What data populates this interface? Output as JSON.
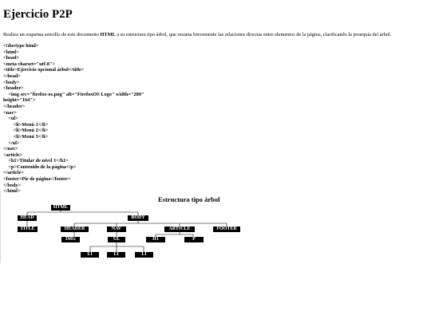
{
  "page": {
    "title": "Ejercicio P2P",
    "intro_before": "Realiza un esquema sencillo de este documento ",
    "intro_bold": "HTML",
    "intro_after": " a su estructura tipo árbol, que resuma brevemente las relaciones directas entre elementos de la página, clarificando la jerarquía del árbol."
  },
  "code": {
    "lines": [
      "<!doctype html>",
      "<html>",
      "<head>",
      "<meta charset=\"utf-8\">",
      "<title>Ejercicio opcional árbol</title>",
      "</head>",
      "<body>",
      "<header>",
      "    <img src=\"firefox-os.png\" alt=\"FirefoxOS Logo\" width=\"200\"",
      "height=\"164\">",
      "</header>",
      "<nav>",
      "    <ul>",
      "        <li>Menú 1</li>",
      "        <li>Menú 2</li>",
      "        <li>Menú 3</li>",
      "    </ul>",
      "</nav>",
      "<article>",
      "    <h1>Titular de nivel 1</h1>",
      "    <p>Contenido de la página</p>",
      "</article>",
      "<footer>Pie de página</footer>",
      "</body>",
      "</html>"
    ]
  },
  "tree": {
    "title": "Estructura tipo árbol",
    "nodes": {
      "html": "HTML",
      "head": "HEAD",
      "body": "BODY",
      "title": "TITLE",
      "header": "HEADER",
      "nav": "NAV",
      "article": "ARTICLE",
      "footer": "FOOTER",
      "img": "IMG",
      "ul": "UL",
      "h1": "H1",
      "p": "P",
      "li1": "LI",
      "li2": "LI",
      "li3": "LI"
    }
  }
}
